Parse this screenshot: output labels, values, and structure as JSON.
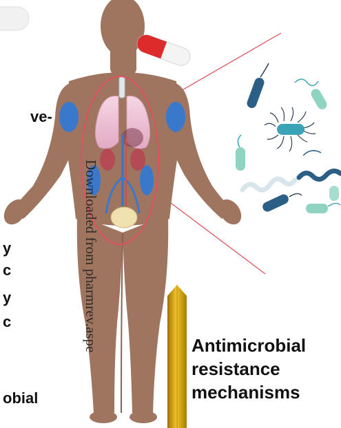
{
  "left_labels": {
    "line1": "ve-",
    "line2": "y",
    "line3": "c",
    "line4": "y",
    "line5": "c",
    "line6": "obial"
  },
  "panel": {
    "title": "Antimicrobial\nresistance\nmechanisms"
  },
  "watermark": "Downloaded from pharmrev.aspe",
  "colors": {
    "skin": "#a07560",
    "skin_shadow": "#8a6350",
    "lung": "#f0c6d8",
    "organ_blue": "#3a78cc",
    "circle": "#e05060",
    "pointer_line": "#e04a52",
    "pill_red": "#dd2a2a",
    "bar_gold": "#c9980a",
    "bacteria_teal": "#3aa3b6",
    "bacteria_dark": "#2c5f86",
    "bacteria_mint": "#8fd3c2"
  },
  "icons": [
    "capsule-icon",
    "lungs-icon",
    "kidney-icon",
    "bladder-icon",
    "bacteria-icon"
  ]
}
